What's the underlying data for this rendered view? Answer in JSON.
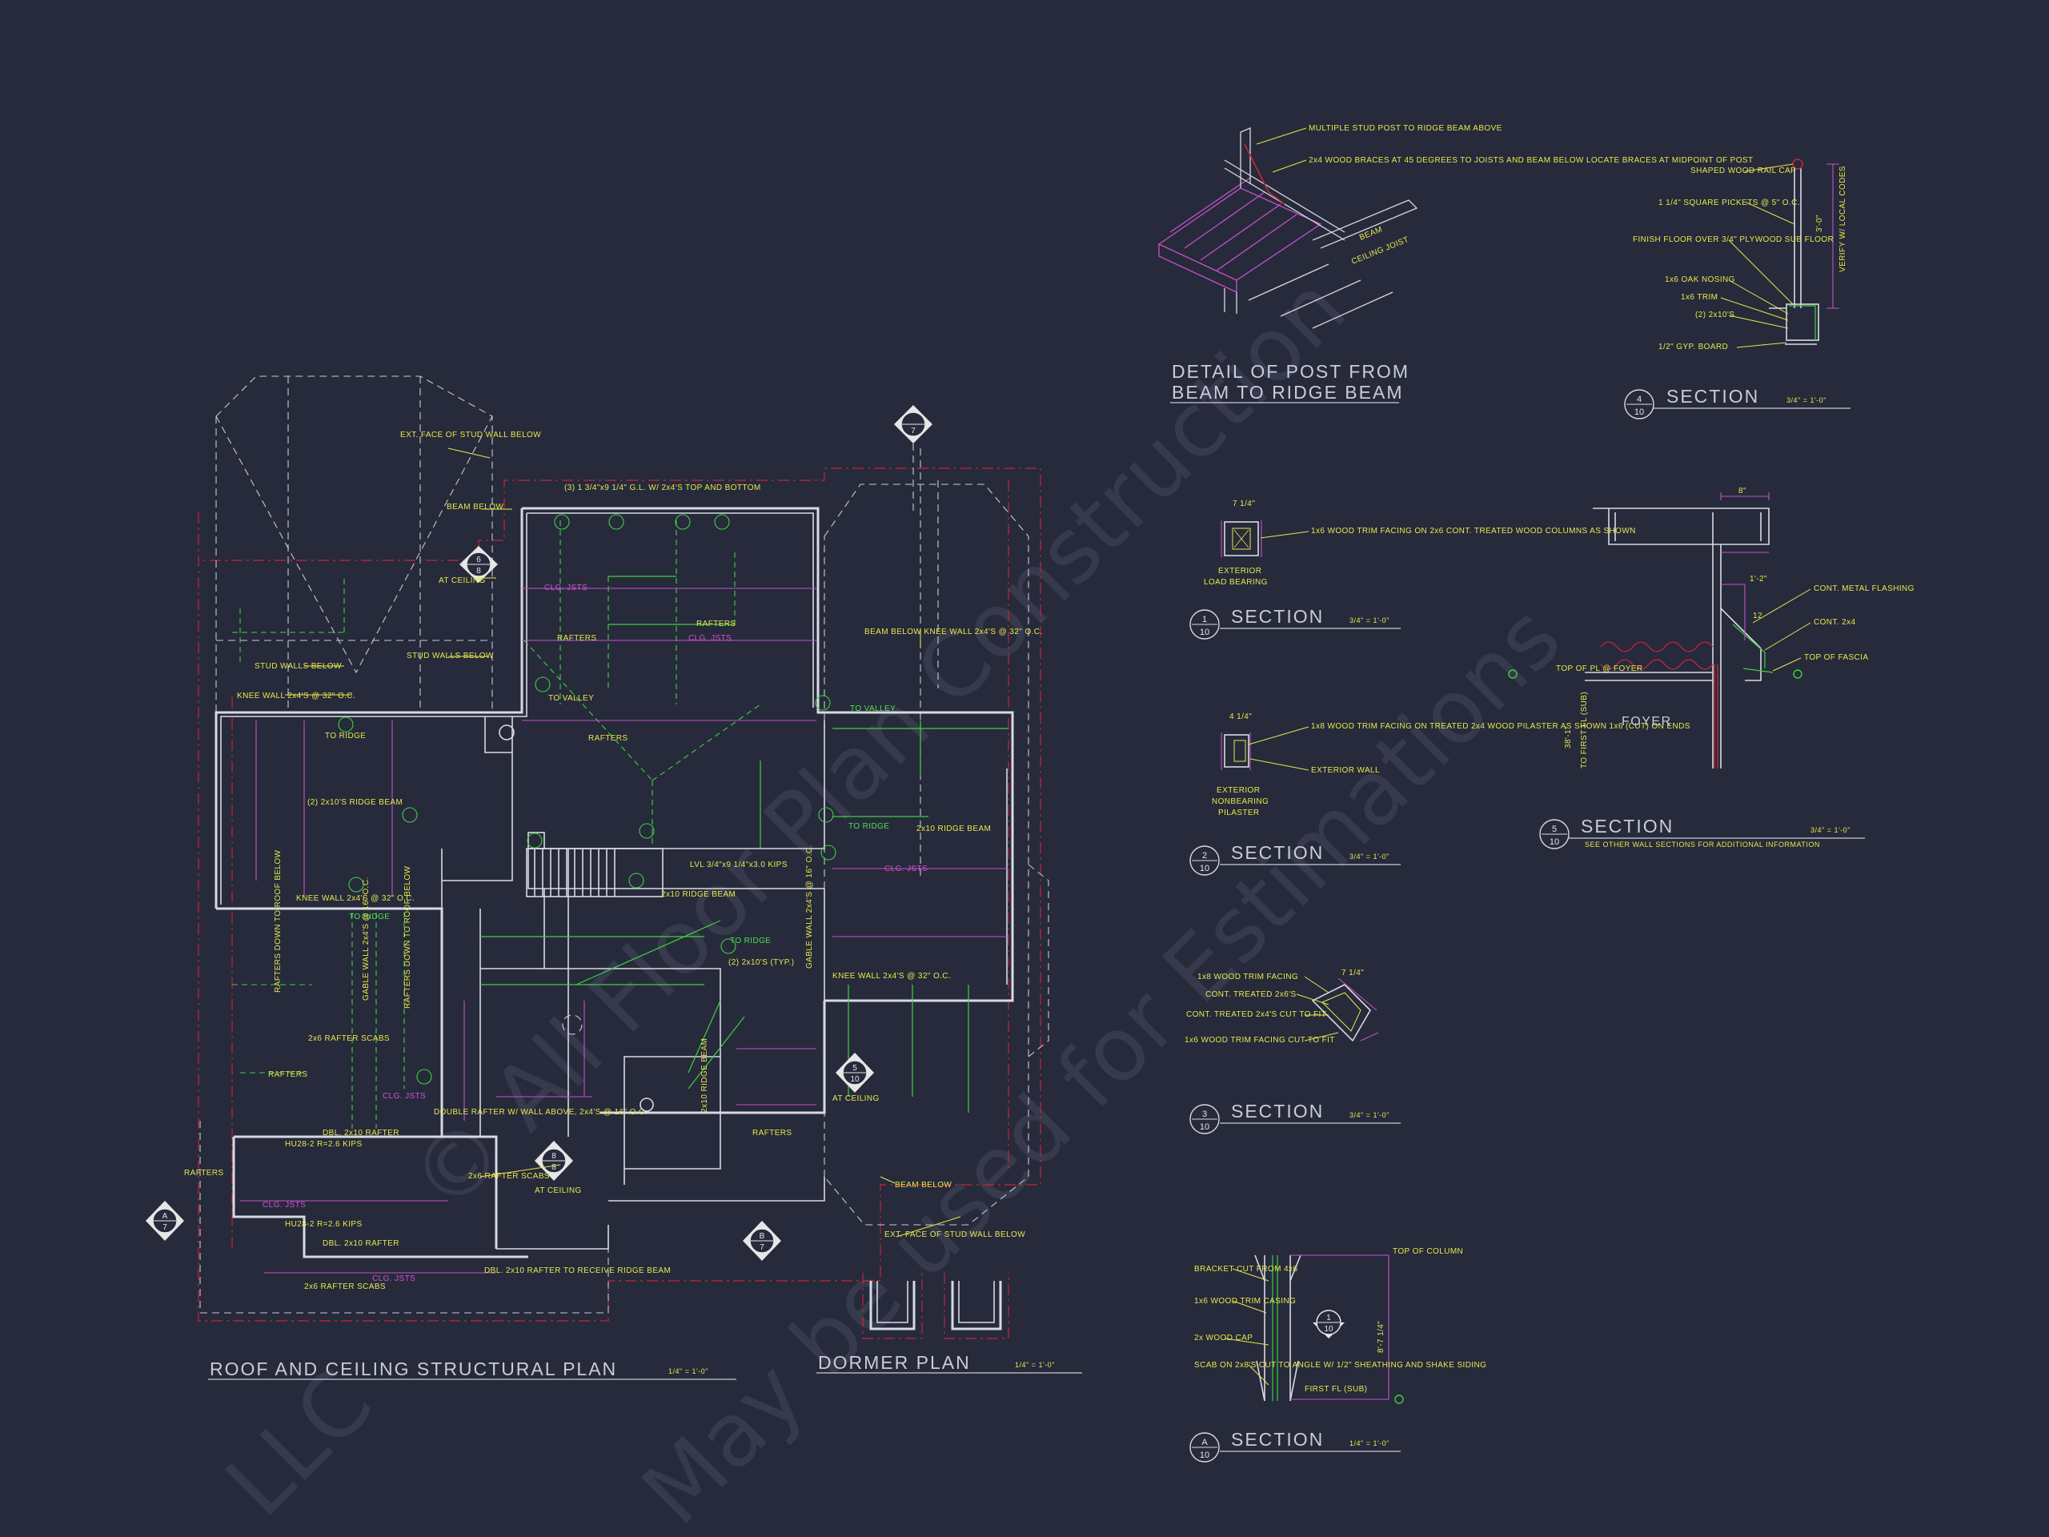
{
  "watermark": {
    "line1": "© All Floor Plan Construction",
    "line2": "May be used for Estimations",
    "line3": "LLC"
  },
  "plans": {
    "roof_plan_title": "ROOF AND CEILING STRUCTURAL PLAN",
    "roof_plan_scale": "1/4\" = 1'-0\"",
    "dormer_plan_title": "DORMER PLAN",
    "dormer_plan_scale": "1/4\" = 1'-0\""
  },
  "callouts": {
    "ext_face_top": "EXT. FACE OF STUD WALL BELOW",
    "beam_below_top": "BEAM BELOW",
    "top_bottom_note": "(3) 1 3/4\"x9 1/4\" G.L. W/ 2x4'S TOP AND BOTTOM",
    "at_ceiling_a": "AT CEILING",
    "at_ceiling_b": "AT CEILING",
    "at_ceiling_c": "AT CEILING",
    "stud_walls_below": "STUD WALLS BELOW",
    "stud_walls_below_2": "STUD WALLS BELOW",
    "knee_wall_a": "KNEE WALL 2x4'S @ 32\" O.C.",
    "knee_wall_b": "KNEE WALL 2x4'S @ 32\" O.C.",
    "knee_wall_c": "KNEE WALL 2x4'S @ 32\" O.C.",
    "beam_below_knee": "BEAM BELOW KNEE WALL 2x4'S @ 32\" O.C.",
    "ridge_beam_a": "(2) 2x10'S RIDGE BEAM",
    "ridge_beam_b": "2x10 RIDGE BEAM",
    "ridge_beam_c": "2x10 RIDGE BEAM",
    "lvl_note": "LVL 3/4\"x9 1/4\"x3.0 KIPS",
    "gable_wall": "GABLE WALL 2x4'S @ 16\" O.C.",
    "rafter_scabs_a": "2x6 RAFTER SCABS",
    "rafter_scabs_b": "2x6 RAFTER SCABS",
    "rafter_scabs_c": "2x6 RAFTER SCABS",
    "dbl_rafter_a": "DBL. 2x10 RAFTER",
    "dbl_rafter_b": "DBL. 2x10 RAFTER",
    "dbl_rafter_c": "DBL. 2x10 RAFTER TO RECEIVE RIDGE BEAM",
    "hu_a": "HU28-2 R=2.6 KIPS",
    "hu_b": "HU28-2 R=2.6 KIPS",
    "double_rafter": "DOUBLE RAFTER W/ WALL ABOVE, 2x4'S @ 16\" O.C.",
    "ext_face_bottom": "EXT. FACE OF STUD WALL BELOW",
    "beam_below_bottom": "BEAM BELOW",
    "to_ridge": "TO RIDGE",
    "to_valley": "TO VALLEY",
    "rafters": "RAFTERS",
    "clg_jsts": "CLG. JSTS",
    "rafters_down": "RAFTERS DOWN TO ROOF BELOW",
    "typ": "(2) 2x10'S (TYP.)"
  },
  "details": {
    "post_title_1": "DETAIL OF POST FROM",
    "post_title_2": "BEAM TO RIDGE BEAM",
    "post_note_1": "MULTIPLE STUD POST TO RIDGE BEAM ABOVE",
    "post_note_2": "2x4 WOOD BRACES AT 45 DEGREES TO JOISTS AND BEAM BELOW LOCATE BRACES AT MIDPOINT OF POST",
    "beam_label": "BEAM",
    "ceiling_joist": "CEILING JOIST",
    "sec4_title": "SECTION",
    "sec4_scale": "3/4\" = 1'-0\"",
    "sec4_notes": [
      "SHAPED WOOD RAIL CAP",
      "1 1/4\" SQUARE PICKETS @ 5\" O.C.",
      "FINISH FLOOR OVER 3/4\" PLYWOOD SUB FLOOR",
      "1x6 OAK NOSING",
      "1x6 TRIM",
      "(2) 2x10'S",
      "1/2\" GYP. BOARD"
    ],
    "sec4_vert": "VERIFY W/ LOCAL CODES",
    "sec4_dim": "3'-0\"",
    "sec1_title": "SECTION",
    "sec1_scale": "3/4\" = 1'-0\"",
    "sec1_note": "1x6 WOOD TRIM FACING ON 2x6 CONT. TREATED WOOD COLUMNS AS SHOWN",
    "sec1_sub_1": "EXTERIOR",
    "sec1_sub_2": "LOAD BEARING",
    "sec1_dim": "7 1/4\"",
    "sec2_title": "SECTION",
    "sec2_scale": "3/4\" = 1'-0\"",
    "sec2_note": "1x8 WOOD TRIM FACING ON TREATED 2x4 WOOD PILASTER AS SHOWN 1x6 (CUT) ON ENDS",
    "sec2_note_b": "EXTERIOR WALL",
    "sec2_sub_1": "EXTERIOR",
    "sec2_sub_2": "NONBEARING",
    "sec2_sub_3": "PILASTER",
    "sec2_dim": "4 1/4\"",
    "sec3_title": "SECTION",
    "sec3_scale": "3/4\" = 1'-0\"",
    "sec3_notes": [
      "1x8 WOOD TRIM FACING",
      "CONT. TREATED 2x6'S",
      "CONT. TREATED 2x4'S CUT TO FIT",
      "1x6 WOOD TRIM FACING CUT TO FIT"
    ],
    "sec3_dim": "7 1/4\"",
    "sec5_title": "SECTION",
    "sec5_scale": "3/4\" = 1'-0\"",
    "sec5_sub": "SEE OTHER WALL SECTIONS FOR ADDITIONAL INFORMATION",
    "sec5_notes": [
      "CONT. METAL FLASHING",
      "CONT. 2x4",
      "TOP OF FASCIA"
    ],
    "sec5_top_of_pl": "TOP OF PL @ FOYER",
    "sec5_first_fl": "TO FIRST FL (SUB)",
    "sec5_foyer": "FOYER",
    "sec5_dim_a": "8\"",
    "sec5_dim_b": "1'-2\"",
    "sec5_dim_c": "12",
    "sec5_dim_d": "38'-1\"",
    "secA_title": "SECTION",
    "secA_scale": "1/4\" = 1'-0\"",
    "secA_notes": [
      "BRACKET CUT FROM 4x6",
      "1x6 WOOD TRIM CASING",
      "2x WOOD CAP",
      "SCAB ON 2x8'S CUT TO ANGLE W/ 1/2\" SHEATHING AND SHAKE SIDING"
    ],
    "secA_top": "TOP OF COLUMN",
    "secA_first": "FIRST FL (SUB)",
    "secA_dim": "8'-7 1/4\""
  },
  "markers": {
    "m6_top": "6",
    "m6_bot": "8",
    "m8_top": "8",
    "m8_bot": "8",
    "m5_top": "5",
    "m5_bot": "10",
    "mB_top": "B",
    "mB_bot": "7",
    "mA_top": "A",
    "mA_bot": "7",
    "mC_bot": "7",
    "s4_top": "4",
    "s4_bot": "10",
    "s1_top": "1",
    "s1_bot": "10",
    "s2_top": "2",
    "s2_bot": "10",
    "s3_top": "3",
    "s3_bot": "10",
    "s5_top": "5",
    "s5_bot": "10",
    "sA_top": "A",
    "sA_bot": "10",
    "s1b_top": "1",
    "s1b_bot": "10"
  },
  "colors": {
    "background": "#262a3b",
    "linework": "#d7d9e2",
    "annotation_yellow": "#e8e84a",
    "annotation_magenta": "#d94fd8",
    "annotation_green": "#4fe04f",
    "overhang_red": "#c7253a"
  }
}
